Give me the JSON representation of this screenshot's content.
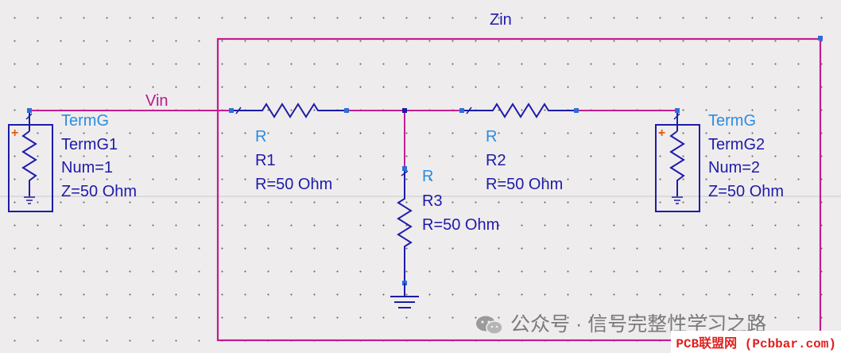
{
  "title_label": "Zin",
  "net_label": "Vin",
  "components": {
    "termg1": {
      "type": "TermG",
      "name": "TermG1",
      "num": "Num=1",
      "z": "Z=50 Ohm",
      "plus": "+"
    },
    "termg2": {
      "type": "TermG",
      "name": "TermG2",
      "num": "Num=2",
      "z": "Z=50 Ohm",
      "plus": "+"
    },
    "r1": {
      "type": "R",
      "name": "R1",
      "value": "R=50 Ohm"
    },
    "r2": {
      "type": "R",
      "name": "R2",
      "value": "R=50 Ohm"
    },
    "r3": {
      "type": "R",
      "name": "R3",
      "value": "R=50 Ohm"
    }
  },
  "watermark": {
    "text": "公众号 · 信号完整性学习之路",
    "icon": "wechat-icon"
  },
  "corner_badge": "PCB联盟网 (Pcbbar.com)",
  "colors": {
    "wire": "#c21e8f",
    "component": "#1c1ca8",
    "type_label": "#2a8de0",
    "pin": "#2e6ed8"
  }
}
